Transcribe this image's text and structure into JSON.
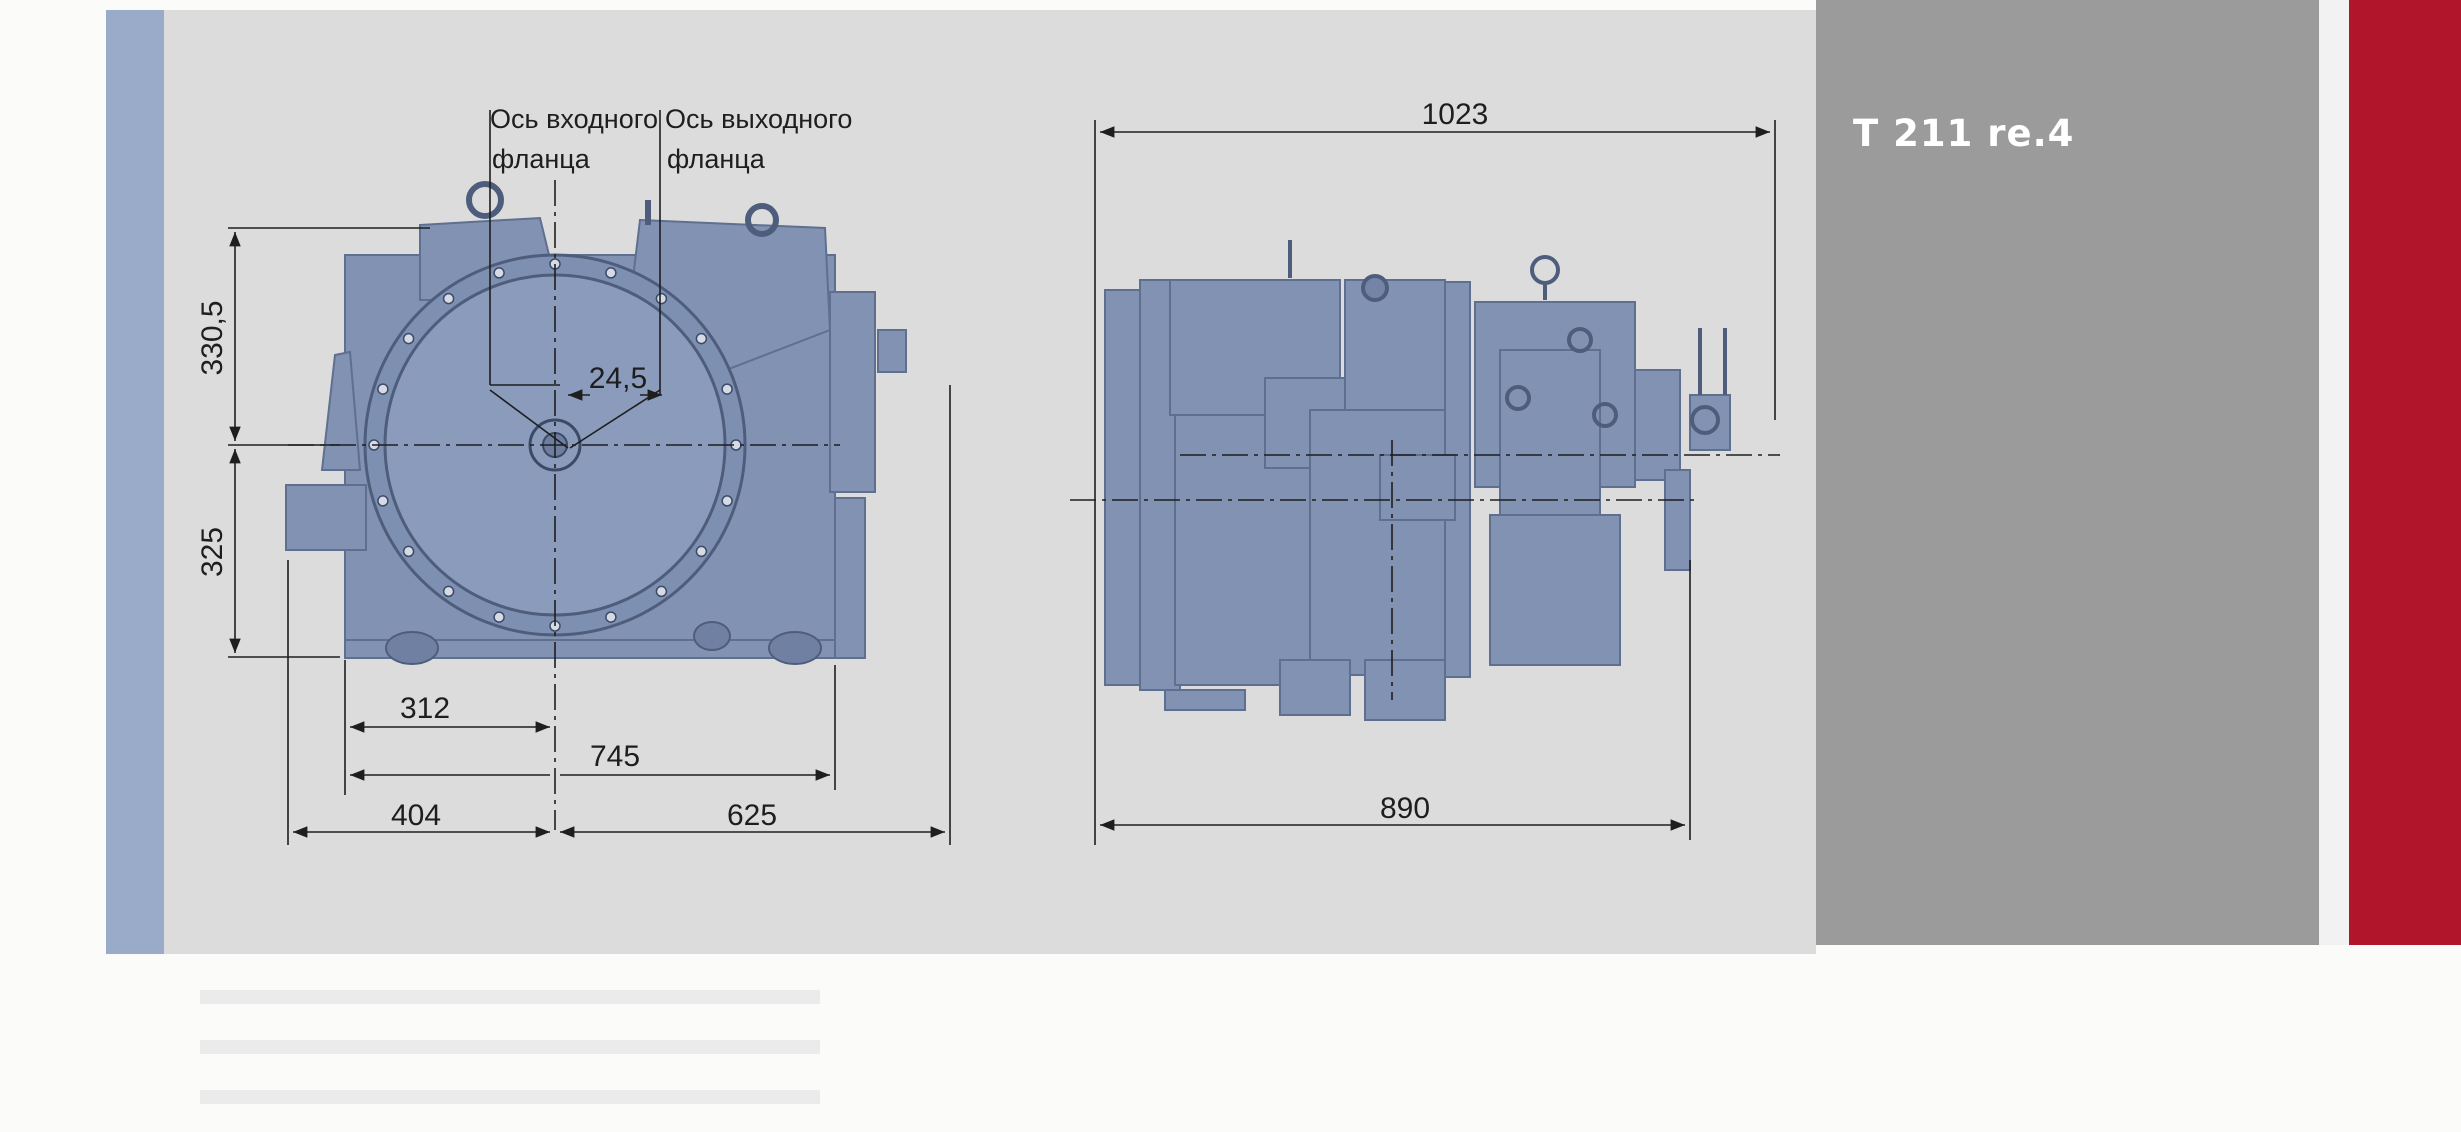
{
  "model": {
    "title": "T 211 re.4"
  },
  "colors": {
    "accent_blue": "#9aabca",
    "side_grey": "#9b9b9c",
    "accent_red": "#b0152c",
    "body_blue": "#8192b3"
  },
  "front_view": {
    "axis_labels": {
      "input_line1": "Ось входного",
      "input_line2": "фланца",
      "output_line1": "Ось выходного",
      "output_line2": "фланца"
    },
    "dimensions": {
      "height_upper": "330,5",
      "height_lower": "325",
      "axis_offset": "24,5",
      "width_312": "312",
      "width_745": "745",
      "width_404": "404",
      "width_625": "625"
    }
  },
  "side_view": {
    "dimensions": {
      "length_top": "1023",
      "length_bottom": "890"
    }
  }
}
